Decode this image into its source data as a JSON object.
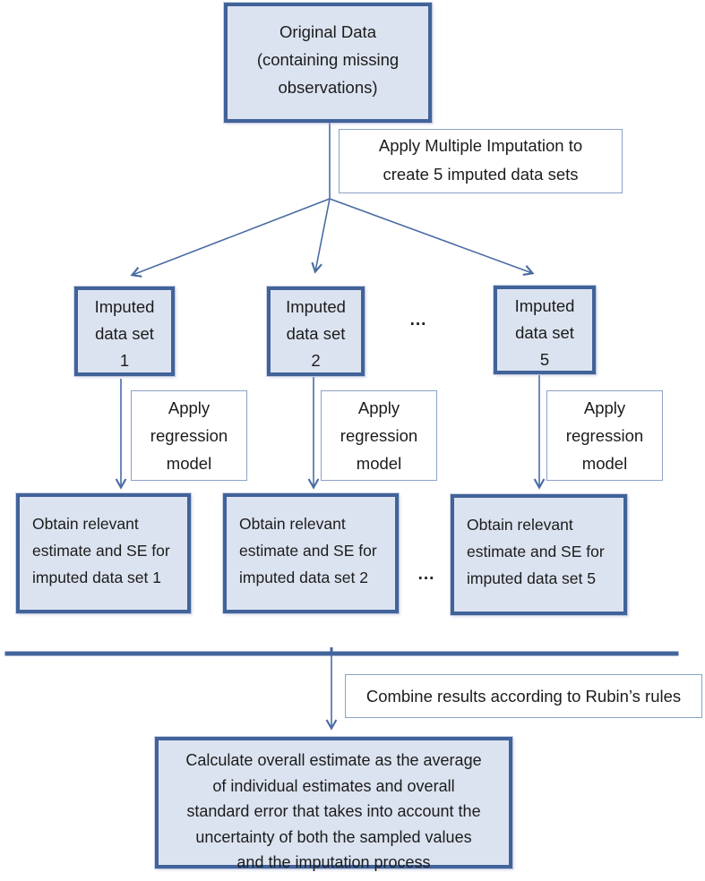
{
  "figure": {
    "type": "flowchart",
    "topic": "Multiple imputation procedure"
  },
  "colors": {
    "node_fill": "#dce3f0",
    "node_border": "#41639a",
    "label_border": "#8ba2c8",
    "connector": "#4a6ca3",
    "thick_line": "#44659c",
    "text": "#1c1c1c"
  },
  "flow": {
    "original": {
      "lines": [
        "Original Data",
        "(containing missing",
        "observations)"
      ]
    },
    "mi_label": {
      "lines": [
        "Apply Multiple Imputation to",
        "create 5 imputed data sets"
      ]
    },
    "imputed": [
      {
        "lines": [
          "Imputed",
          "data set",
          "1"
        ]
      },
      {
        "lines": [
          "Imputed",
          "data set",
          "2"
        ]
      },
      {
        "lines": [
          "Imputed",
          "data set",
          "5"
        ]
      }
    ],
    "ellipsis_top": "...",
    "regression_labels": [
      {
        "lines": [
          "Apply",
          "regression",
          "model"
        ]
      },
      {
        "lines": [
          "Apply",
          "regression",
          "model"
        ]
      },
      {
        "lines": [
          "Apply",
          "regression",
          "model"
        ]
      }
    ],
    "obtain": [
      {
        "lines": [
          "Obtain relevant",
          "estimate and SE for",
          "imputed data set 1"
        ]
      },
      {
        "lines": [
          "Obtain relevant",
          "estimate and SE for",
          "imputed data set 2"
        ]
      },
      {
        "lines": [
          "Obtain relevant",
          "estimate and SE for",
          "imputed data set 5"
        ]
      }
    ],
    "ellipsis_bottom": "...",
    "combine_label": "Combine results according to Rubin’s rules",
    "final": {
      "lines": [
        "Calculate overall estimate as the average",
        "of individual estimates and overall",
        "standard error that takes into account the",
        "uncertainty of both the sampled values",
        "and the imputation process"
      ]
    }
  }
}
